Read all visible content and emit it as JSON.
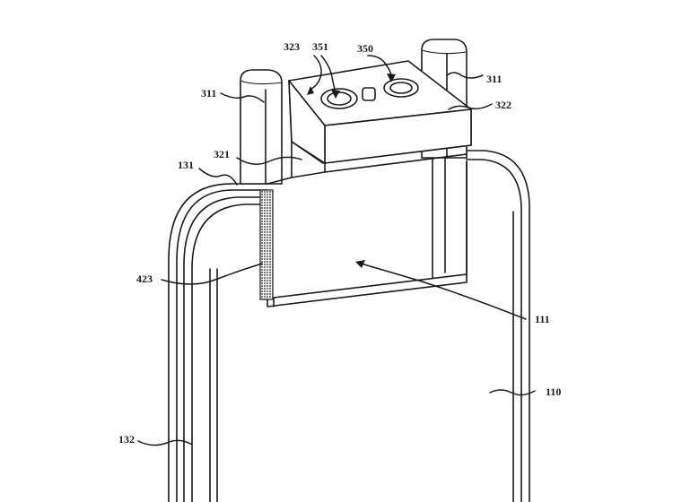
{
  "figure": {
    "labels": {
      "l311a": "311",
      "l311b": "311",
      "l323": "323",
      "l351": "351",
      "l350": "350",
      "l322": "322",
      "l321": "321",
      "l131": "131",
      "l423": "423",
      "l111": "111",
      "l110": "110",
      "l132": "132"
    }
  }
}
